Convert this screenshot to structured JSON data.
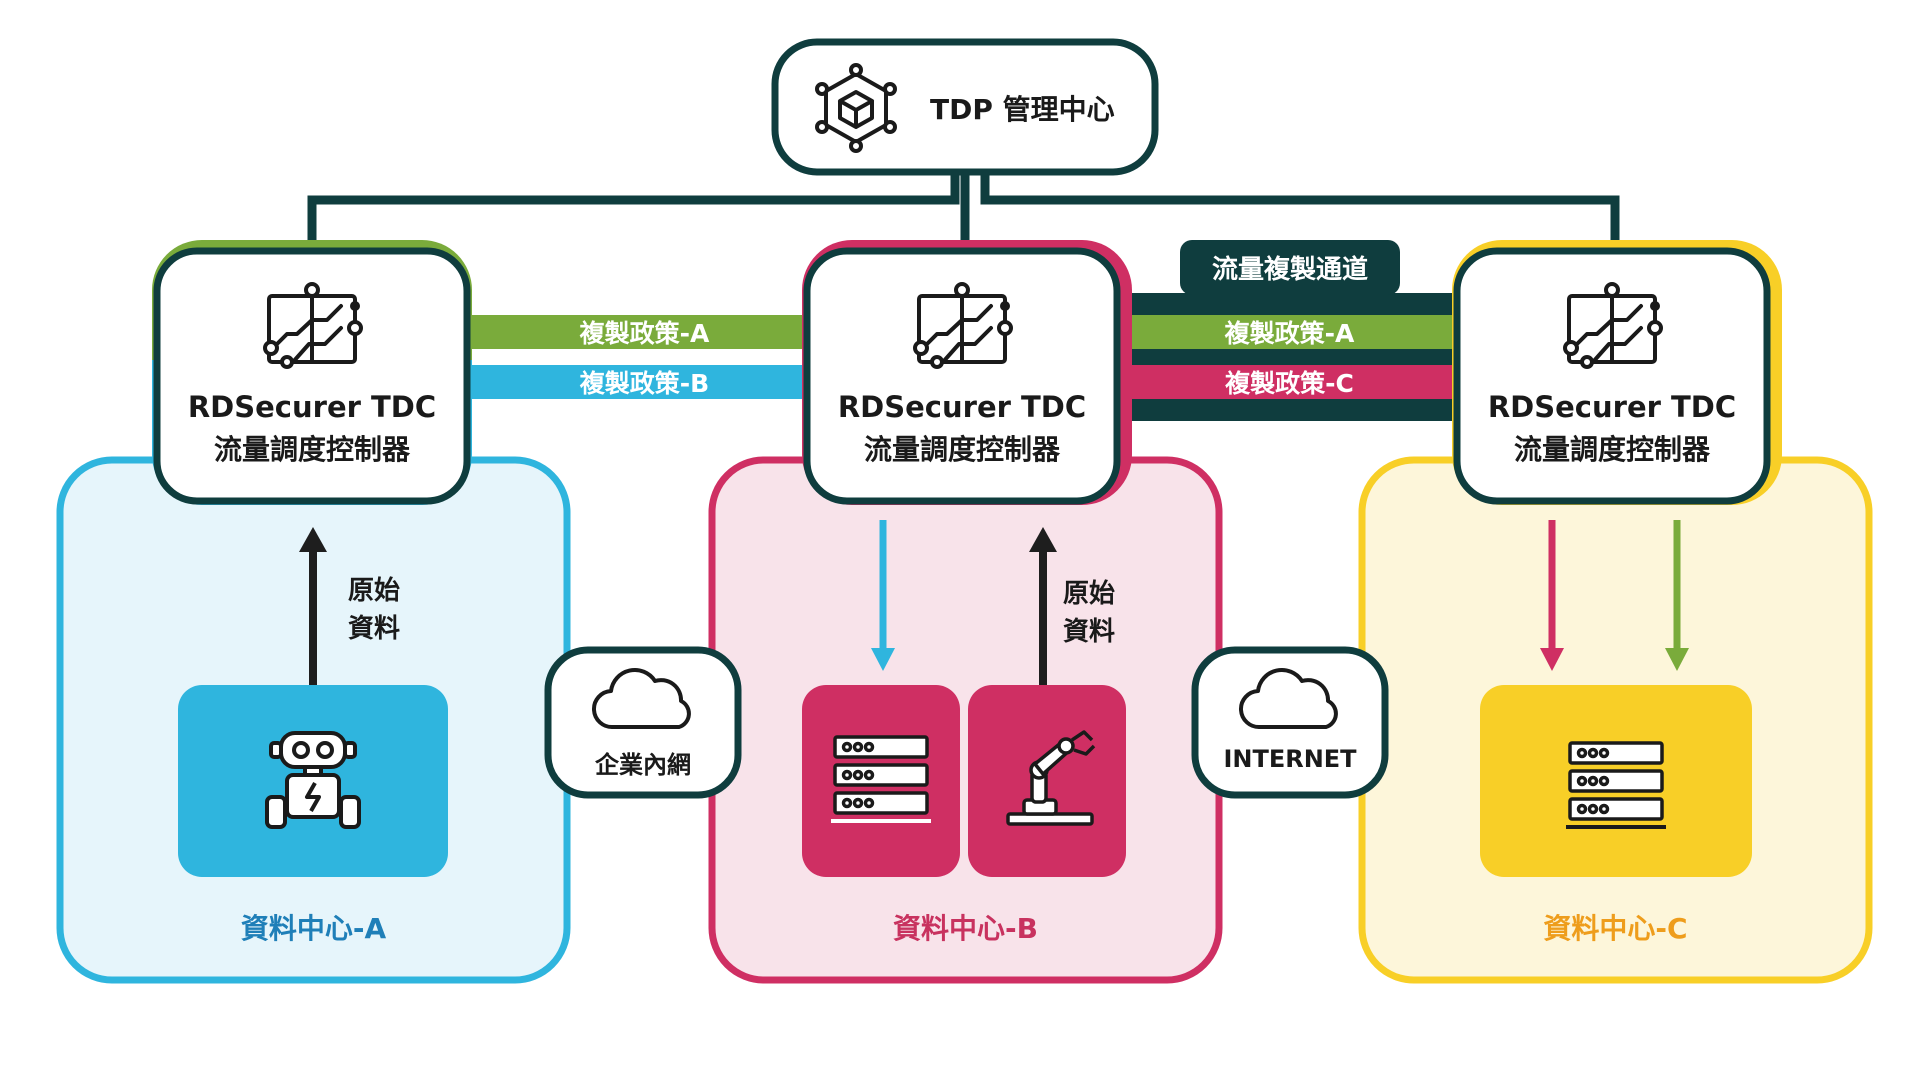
{
  "colors": {
    "dark": "#0f3d3e",
    "green": "#7aab3b",
    "blue": "#2fb5de",
    "blue_light": "#e6f5fb",
    "pink": "#cf2f63",
    "pink_light": "#f8e3ea",
    "yellow": "#f8cf27",
    "yellow_light": "#fdf6da",
    "label_a": "#1f7fb8",
    "label_b": "#c8325f",
    "label_c": "#ee9d1c"
  },
  "hub": {
    "title": "TDP 管理中心",
    "icon": "cube-network-icon"
  },
  "controller": {
    "name_line1": "RDSecurer TDC",
    "name_line2": "流量調度控制器",
    "icon": "traffic-router-icon"
  },
  "links": {
    "left": {
      "policy_a": "複製政策-A",
      "policy_b": "複製政策-B"
    },
    "right": {
      "channel": "流量複製通道",
      "policy_a": "複製政策-A",
      "policy_c": "複製政策-C"
    }
  },
  "networks": {
    "intranet": {
      "label": "企業內網",
      "icon": "cloud-icon"
    },
    "internet": {
      "label": "INTERNET",
      "icon": "cloud-icon"
    }
  },
  "datacenters": {
    "a": {
      "label": "資料中心-A",
      "raw_data": [
        "原始",
        "資料"
      ],
      "device_icon": "robot-icon"
    },
    "b": {
      "label": "資料中心-B",
      "raw_data": [
        "原始",
        "資料"
      ],
      "device_icons": [
        "server-icon",
        "robot-arm-icon"
      ]
    },
    "c": {
      "label": "資料中心-C",
      "device_icon": "server-icon"
    }
  }
}
